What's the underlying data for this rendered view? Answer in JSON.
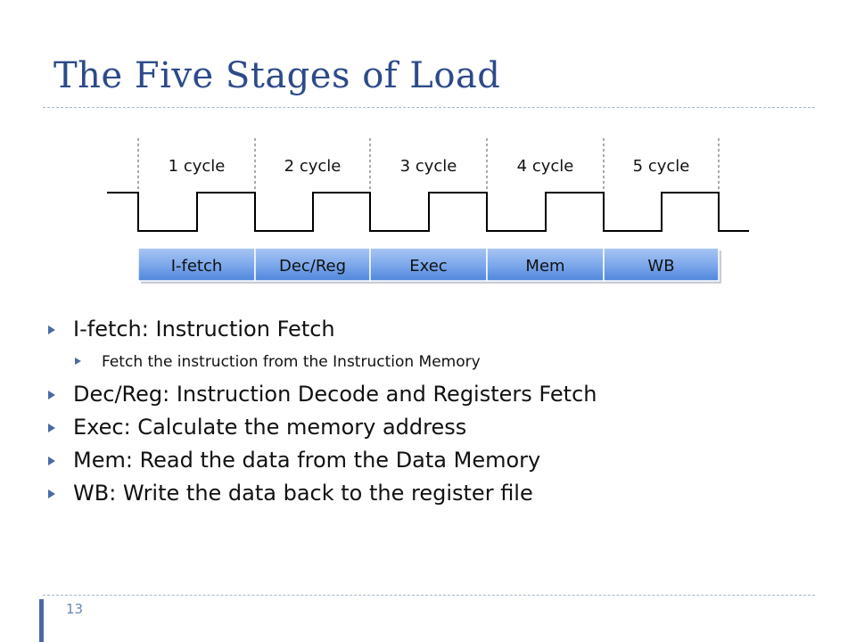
{
  "slide": {
    "title": "The Five Stages of Load",
    "page_number": "13"
  },
  "diagram": {
    "cycles": [
      "1 cycle",
      "2 cycle",
      "3 cycle",
      "4 cycle",
      "5 cycle"
    ],
    "stages": [
      "I-fetch",
      "Dec/Reg",
      "Exec",
      "Mem",
      "WB"
    ]
  },
  "bullets": [
    {
      "level": 1,
      "text": "I-fetch: Instruction Fetch"
    },
    {
      "level": 2,
      "text": "Fetch the instruction from the Instruction Memory"
    },
    {
      "level": 1,
      "text": "Dec/Reg: Instruction Decode and Registers Fetch"
    },
    {
      "level": 1,
      "text": "Exec: Calculate the memory address"
    },
    {
      "level": 1,
      "text": "Mem: Read the data from the Data Memory"
    },
    {
      "level": 1,
      "text": "WB: Write the data back to the register file"
    }
  ],
  "colors": {
    "title": "#2d4a8a",
    "stage_box_top": "#9bbcf0",
    "stage_box_bottom": "#5a8fe0",
    "bullet_marker": "#4a6aa5"
  }
}
